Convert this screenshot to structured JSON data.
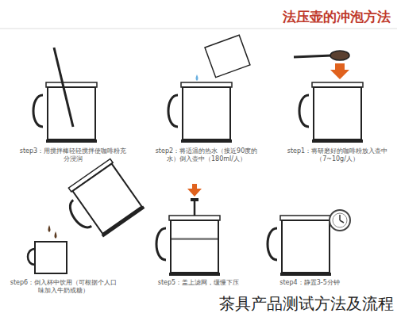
{
  "diagram": {
    "title": "法压壶的冲泡方法",
    "caption": "茶具产品测试方法及流程",
    "labels": [
      "step1：将研磨好的咖啡粉放入壶中（7~10g/人）",
      "step2：将适温的热水（接近90度的水）倒入壶中（180ml/人）",
      "step3：用搅拌棒轻轻搅拌使咖啡粉充分浸润",
      "step4：静置3-5分钟",
      "step5：盖上滤网，缓慢下压",
      "step6：倒入杯中饮用（可根据个人口味加入牛奶或糖）"
    ]
  }
}
